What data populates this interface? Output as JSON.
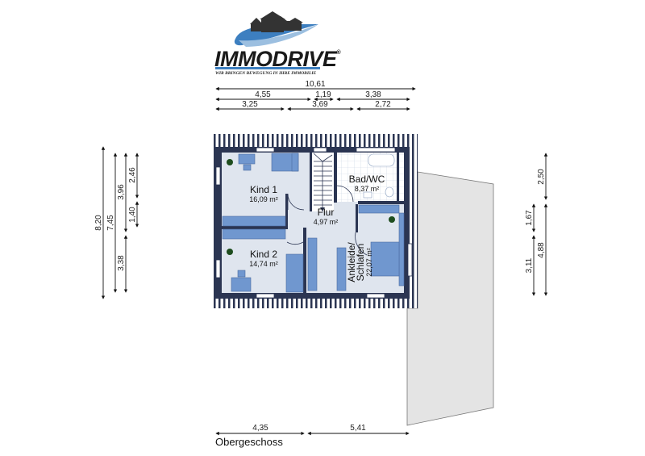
{
  "logo": {
    "brand": "IMMODRIVE",
    "registered": "®",
    "tagline": "WIR BRINGEN BEWEGUNG IN IHRE IMMOBILIE"
  },
  "floor_label": "Obergeschoss",
  "rooms": [
    {
      "name": "Kind 1",
      "area": "16,09 m²"
    },
    {
      "name": "Kind 2",
      "area": "14,74 m²"
    },
    {
      "name": "Flur",
      "area": "4,97 m²"
    },
    {
      "name": "Bad/WC",
      "area": "8,37 m²"
    },
    {
      "name_line1": "Ankleide/",
      "name_line2": "Schlafen",
      "area": "22,07 m²"
    }
  ],
  "dimensions": {
    "top": {
      "total": "10,61",
      "row2": [
        "4,55",
        "1,19",
        "3,38"
      ],
      "row3": [
        "3,25",
        "3,69",
        "2,72"
      ]
    },
    "left": {
      "total": "8,20",
      "inner": "7,45",
      "a": "3,96",
      "b": "3,38",
      "c": "2,46",
      "d": "1,40"
    },
    "right": {
      "a": "2,50",
      "b": "1,67",
      "c": "3,11",
      "d": "4,88"
    },
    "bottom": [
      "4,35",
      "5,41"
    ]
  },
  "colors": {
    "wall": "#2b3552",
    "floor": "#dfe5ee",
    "furniture": "#7097cf",
    "terrain": "#e4e4e4"
  }
}
